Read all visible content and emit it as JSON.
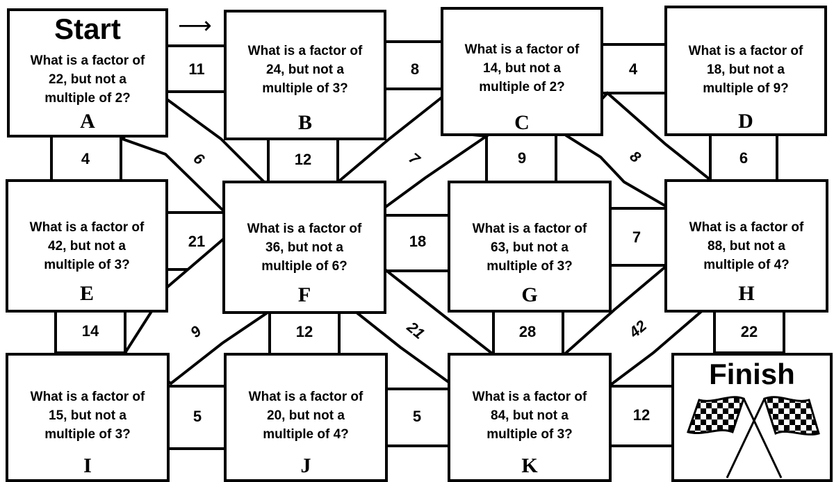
{
  "start_label": "Start",
  "finish_label": "Finish",
  "start_arrow": "⟶",
  "boxes": {
    "A": {
      "letter": "A",
      "q": [
        "What is a factor of",
        "22, but not a",
        "multiple of 2?"
      ]
    },
    "B": {
      "letter": "B",
      "q": [
        "What is a factor of",
        "24, but not a",
        "multiple of 3?"
      ]
    },
    "C": {
      "letter": "C",
      "q": [
        "What is a factor of",
        "14, but not a",
        "multiple of 2?"
      ]
    },
    "D": {
      "letter": "D",
      "q": [
        "What is a factor of",
        "18, but not a",
        "multiple of 9?"
      ]
    },
    "E": {
      "letter": "E",
      "q": [
        "What is a factor of",
        "42, but not a",
        "multiple of 3?"
      ]
    },
    "F": {
      "letter": "F",
      "q": [
        "What is a factor of",
        "36, but not a",
        "multiple of 6?"
      ]
    },
    "G": {
      "letter": "G",
      "q": [
        "What is a factor of",
        "63, but not a",
        "multiple of 3?"
      ]
    },
    "H": {
      "letter": "H",
      "q": [
        "What is a factor of",
        "88, but not a",
        "multiple of 4?"
      ]
    },
    "I": {
      "letter": "I",
      "q": [
        "What is a factor of",
        "15, but not a",
        "multiple of 3?"
      ]
    },
    "J": {
      "letter": "J",
      "q": [
        "What is a factor of",
        "20, but not a",
        "multiple of 4?"
      ]
    },
    "K": {
      "letter": "K",
      "q": [
        "What is a factor of",
        "84, but not a",
        "multiple of 3?"
      ]
    }
  },
  "paths": {
    "AB": "11",
    "BC": "8",
    "CD": "4",
    "EF": "21",
    "FG": "18",
    "GH": "7",
    "IJ": "5",
    "JK": "5",
    "K_finish": "12",
    "AE": "4",
    "BF": "12",
    "CG": "9",
    "DH": "6",
    "EI": "14",
    "FJ": "12",
    "GK": "28",
    "H_finish": "22",
    "AF": "6",
    "FC": "7",
    "CH": "8",
    "IF": "9",
    "FK": "21",
    "KH": "42"
  }
}
